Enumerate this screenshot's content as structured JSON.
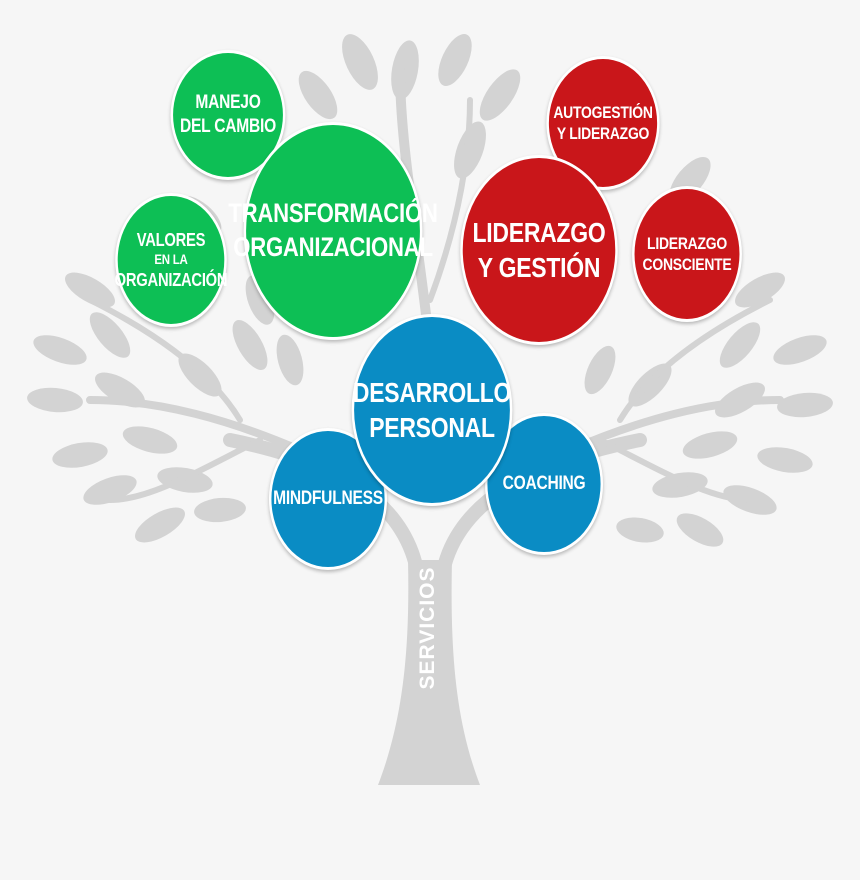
{
  "bubbles": {
    "manejo": {
      "line1": "MANEJO",
      "line2": "DEL CAMBIO",
      "color": "#0dbf55"
    },
    "valores": {
      "line1": "VALORES",
      "line2": "EN LA",
      "line3": "ORGANIZACIÓN",
      "color": "#0dbf55"
    },
    "transformacion": {
      "line1": "TRANSFORMACIÓN",
      "line2": "ORGANIZACIONAL",
      "color": "#0dbf55"
    },
    "autogestion": {
      "line1": "AUTOGESTIÓN",
      "line2": "Y LIDERAZGO",
      "color": "#c9161a"
    },
    "liderazgo_gestion": {
      "line1": "LIDERAZGO",
      "line2": "Y GESTIÓN",
      "color": "#c9161a"
    },
    "liderazgo_consciente": {
      "line1": "LIDERAZGO",
      "line2": "CONSCIENTE",
      "color": "#c9161a"
    },
    "desarrollo": {
      "line1": "DESARROLLO",
      "line2": "PERSONAL",
      "color": "#0a8cc4"
    },
    "mindfulness": {
      "line1": "MINDFULNESS",
      "color": "#0a8cc4"
    },
    "coaching": {
      "line1": "COACHING",
      "color": "#0a8cc4"
    }
  },
  "trunk_label": "SERVICIOS",
  "tree_color": "#d3d3d3"
}
